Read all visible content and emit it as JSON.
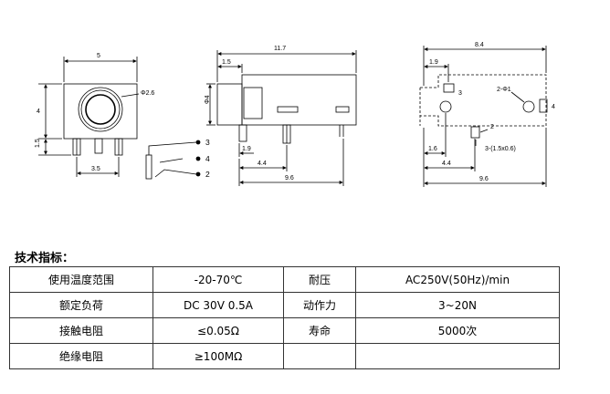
{
  "drawing": {
    "front": {
      "width": "5",
      "height": "4",
      "pin_height": "1.5",
      "pin_pitch": "3.5",
      "hole_dia": "Φ2.6"
    },
    "side": {
      "length": "11.7",
      "offset_1": "1.5",
      "dia": "Φ4",
      "offset_2": "1.9",
      "offset_3": "4.4",
      "base": "9.6"
    },
    "schematic": {
      "pin_3": "3",
      "pin_4": "4",
      "pin_2": "2"
    },
    "bottom": {
      "length": "8.4",
      "offset_1": "1.9",
      "hole_spec": "2-Φ1",
      "pad_spec": "3-(1.5x0.6)",
      "pin_3": "3",
      "pin_4": "4",
      "pin_2": "2",
      "offset_2": "1.6",
      "offset_3": "4.4",
      "base": "9.6"
    }
  },
  "section_title": "技术指标：",
  "specs": [
    {
      "label1": "使用温度范围",
      "value1": "-20-70℃",
      "label2": "耐压",
      "value2": "AC250V(50Hz)/min"
    },
    {
      "label1": "额定负荷",
      "value1": "DC 30V 0.5A",
      "label2": "动作力",
      "value2": "3~20N"
    },
    {
      "label1": "接触电阻",
      "value1": "≤0.05Ω",
      "label2": "寿命",
      "value2": "5000次"
    },
    {
      "label1": "绝缘电阻",
      "value1": "≥100MΩ",
      "label2": "",
      "value2": ""
    }
  ]
}
